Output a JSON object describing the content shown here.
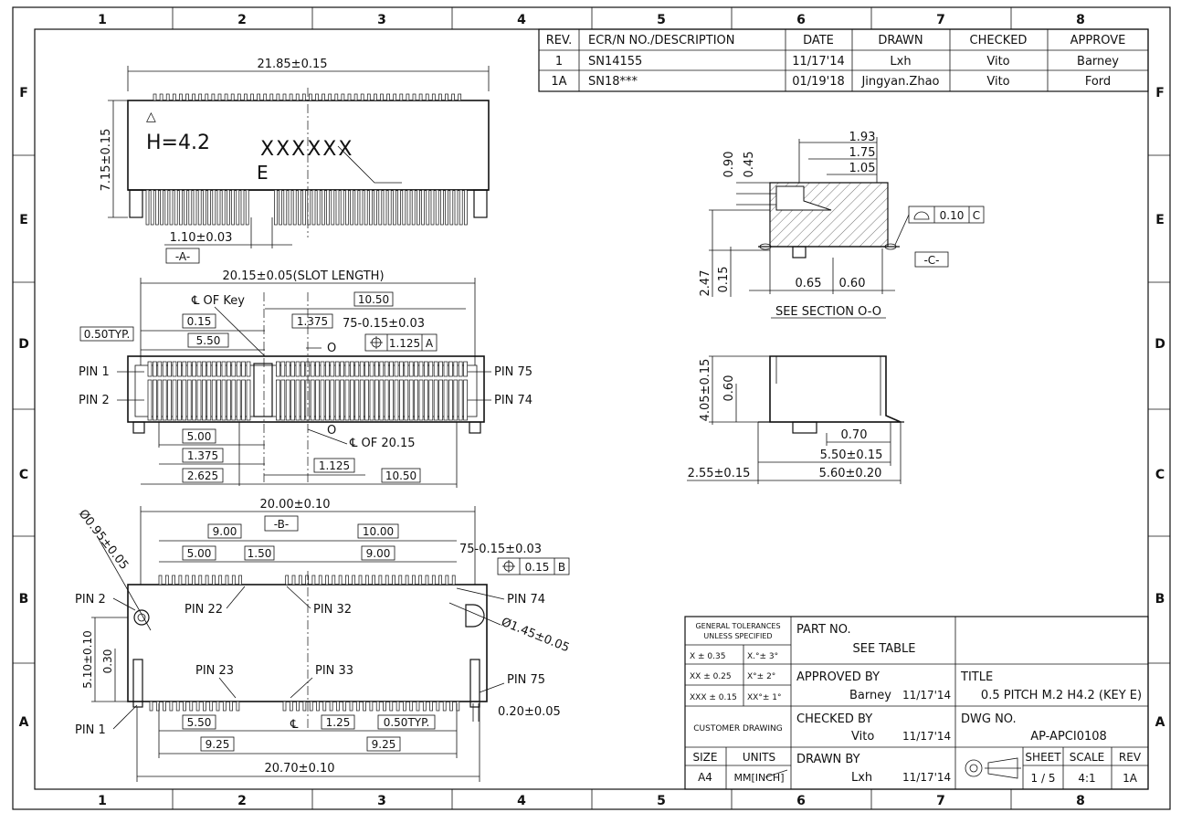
{
  "frame": {
    "columns": [
      "1",
      "2",
      "3",
      "4",
      "5",
      "6",
      "7",
      "8"
    ],
    "rows": [
      "F",
      "E",
      "D",
      "C",
      "B",
      "A"
    ]
  },
  "revision_table": {
    "headers": [
      "REV.",
      "ECR/N NO./DESCRIPTION",
      "DATE",
      "DRAWN",
      "CHECKED",
      "APPROVE"
    ],
    "rows": [
      [
        "1",
        "SN14155",
        "11/17'14",
        "Lxh",
        "Vito",
        "Barney"
      ],
      [
        "1A",
        "SN18***",
        "01/19'18",
        "Jingyan.Zhao",
        "Vito",
        "Ford"
      ]
    ]
  },
  "top_view": {
    "dims": [
      "21.85±0.15",
      "7.15±0.15",
      "1.10±0.03"
    ],
    "marks": [
      "H=4.2",
      "XXXXXX",
      "E"
    ],
    "datum": "-A-"
  },
  "middle_view": {
    "dims": [
      "20.15±0.05(SLOT LENGTH)",
      "10.50",
      "1.375",
      "75-0.15±0.03",
      "0.15",
      "5.50",
      "1.125",
      "5.00",
      "1.375",
      "1.125",
      "2.625",
      "10.50",
      "0.50TYP."
    ],
    "labels": [
      "℄ OF Key",
      "℄ OF 20.15",
      "O",
      "O",
      "A"
    ],
    "pins": [
      "PIN 1",
      "PIN 2",
      "PIN 75",
      "PIN 74"
    ]
  },
  "bottom_view": {
    "dims": [
      "20.00±0.10",
      "9.00",
      "10.00",
      "5.00",
      "1.50",
      "9.00",
      "75-0.15±0.03",
      "0.15",
      "Ø0.95±0.05",
      "Ø1.45±0.05",
      "5.10±0.10",
      "0.30",
      "0.20±0.05",
      "5.50",
      "1.25",
      "0.50TYP.",
      "9.25",
      "9.25",
      "20.70±0.10"
    ],
    "datum": "-B-",
    "labels": [
      "B",
      "℄"
    ],
    "pins": [
      "PIN 2",
      "PIN 22",
      "PIN 32",
      "PIN 74",
      "PIN 23",
      "PIN 33",
      "PIN 75",
      "PIN 1"
    ]
  },
  "section_view": {
    "dims": [
      "1.93",
      "1.75",
      "1.05",
      "0.90",
      "0.45",
      "0.10",
      "2.47",
      "0.15",
      "0.65",
      "0.60"
    ],
    "labels": [
      "C",
      "-C-",
      "SEE SECTION O-O"
    ]
  },
  "side_view": {
    "dims": [
      "4.05±0.15",
      "0.60",
      "0.70",
      "5.50±0.15",
      "2.55±0.15",
      "5.60±0.20"
    ]
  },
  "title_block": {
    "tolerances": {
      "header": "GENERAL TOLERANCES UNLESS SPECIFIED",
      "rows": [
        [
          "X ± 0.35",
          "X.°± 3°"
        ],
        [
          "XX ± 0.25",
          "X°± 2°"
        ],
        [
          "XXX ± 0.15",
          "XX°± 1°"
        ]
      ]
    },
    "part_no_label": "PART NO.",
    "part_no_value": "SEE TABLE",
    "approved_label": "APPROVED BY",
    "approved_name": "Barney",
    "approved_date": "11/17'14",
    "customer_drawing": "CUSTOMER DRAWING",
    "checked_label": "CHECKED BY",
    "checked_name": "Vito",
    "checked_date": "11/17'14",
    "drawn_label": "DRAWN BY",
    "drawn_name": "Lxh",
    "drawn_date": "11/17'14",
    "title_label": "TITLE",
    "title_value": "0.5 PITCH M.2 H4.2 (KEY E)",
    "dwg_label": "DWG NO.",
    "dwg_value": "AP-APCI0108",
    "size_label": "SIZE",
    "size_value": "A4",
    "units_label": "UNITS",
    "units_value": "MM[INCH]",
    "sheet_label": "SHEET",
    "sheet_value": "1 / 5",
    "scale_label": "SCALE",
    "scale_value": "4:1",
    "rev_label": "REV",
    "rev_value": "1A"
  }
}
